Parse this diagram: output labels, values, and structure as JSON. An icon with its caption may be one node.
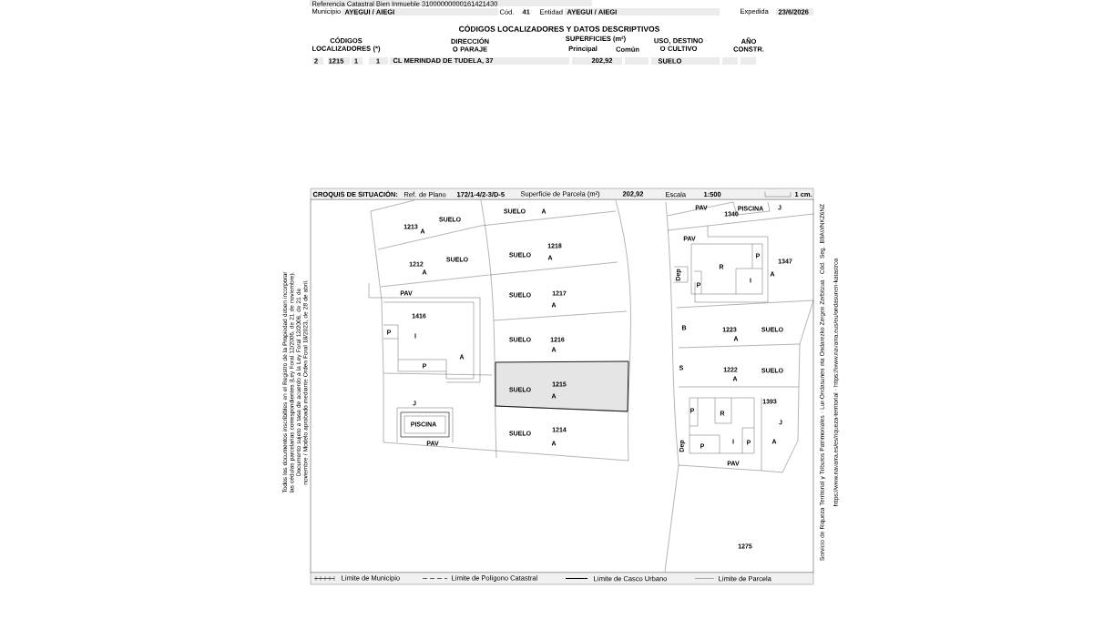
{
  "diagram": {
    "title": "CÓDIGOS LOCALIZADORES Y DATOS DESCRIPTIVOS",
    "labels": [
      "Referencia Catastral Bien Inmueble 31000000000161421430",
      "Municipio",
      "AYEGUI / AIEGI",
      "Cód.",
      "41",
      "Entidad",
      "AYEGUI / AIEGI",
      "Expedida",
      "23/6/2026",
      "CÓDIGOS LOCALIZADORES (*)",
      "DIRECCIÓN O PARAJE",
      "SUPERFICIES (m²)",
      "Principal",
      "Común",
      "USO, DESTINO O CULTIVO",
      "AÑO CONSTR.",
      "2",
      "1215",
      "1",
      "1",
      "CL MERINDAD DE TUDELA, 37",
      "202,92",
      "SUELO",
      "CROQUIS DE SITUACIÓN:",
      "Ref. de Plano",
      "172/1-4/2-3/D-5",
      "Superficie de Parcela (m²)",
      "202,92",
      "Escala",
      "1:500",
      "1 cm.",
      "1213",
      "SUELO",
      "A",
      "SUELO",
      "A",
      "1218",
      "SUELO",
      "A",
      "1212",
      "SUELO",
      "A",
      "PAV",
      "SUELO",
      "1217",
      "A",
      "1416",
      "P",
      "I",
      "A",
      "P",
      "SUELO",
      "1216",
      "A",
      "1215",
      "SUELO",
      "A",
      "J",
      "PISCINA",
      "PAV",
      "SUELO",
      "1214",
      "A",
      "PAV",
      "PISCINA",
      "1340",
      "J",
      "PAV",
      "R",
      "P",
      "1347",
      "A",
      "I",
      "P",
      "Dep",
      "B",
      "1223",
      "SUELO",
      "A",
      "S",
      "1222",
      "SUELO",
      "A",
      "1393",
      "P",
      "R",
      "J",
      "Dep",
      "P",
      "I",
      "P",
      "A",
      "PAV",
      "1275",
      "Todos los documentos inscribibles en el Registro de la Propiedad deben incorporar las cédulas parcelarias correspondientes (Ley Foral 12/2006, de 21 de noviembre).",
      "Documento sujeto a tasa de acuerdo a la Ley Foral 12/2006, de 21 de noviembre / Modelo aprobado mediante Orden Foral 18/2023, de 28 de abril.",
      "Servicio de Riqueza Territorial y Tributos Patrimoniales · Lur-Ondasunen eta Ondarezko Zergen Zerbitzua · Cód. Seg. B9AWNKZ6NZ",
      "https://www.navarra.es/es/riqueza-territorial · https://www.navarra.eus/eu/ondasunen-katastroa"
    ],
    "legend": [
      {
        "text": "Límite de Municipio"
      },
      {
        "text": "Límite de Polígono Catastral"
      },
      {
        "text": "Límite de Casco Urbano"
      },
      {
        "text": "Límite de Parcela"
      }
    ]
  }
}
